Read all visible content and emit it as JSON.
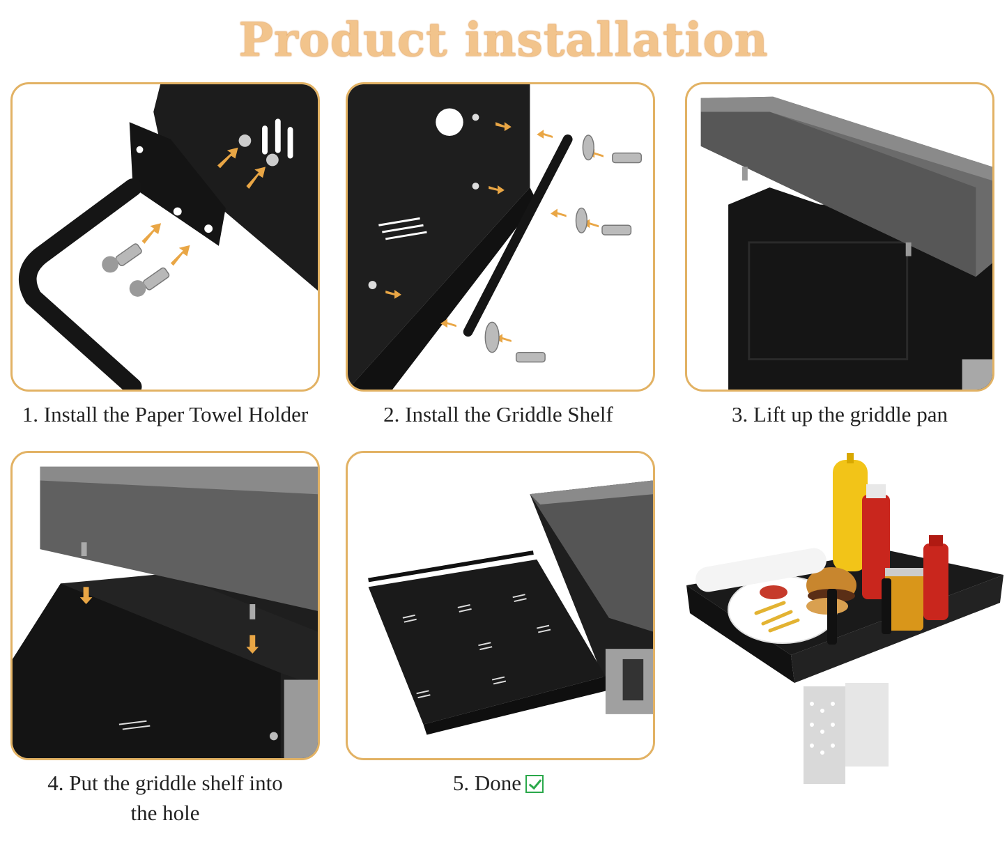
{
  "title": "Product installation",
  "steps": [
    {
      "caption": "1. Install the Paper Towel Holder"
    },
    {
      "caption": "2. Install the Griddle Shelf"
    },
    {
      "caption": "3. Lift up the griddle pan"
    },
    {
      "caption_line1": "4. Put the griddle shelf into",
      "caption_line2": "the hole"
    },
    {
      "caption": "5. Done"
    }
  ],
  "colors": {
    "accent": "#e2b264",
    "title": "#f2c48c",
    "arrow": "#e9a645",
    "check": "#2aa84a"
  },
  "icons": [
    "check-mark-icon"
  ]
}
